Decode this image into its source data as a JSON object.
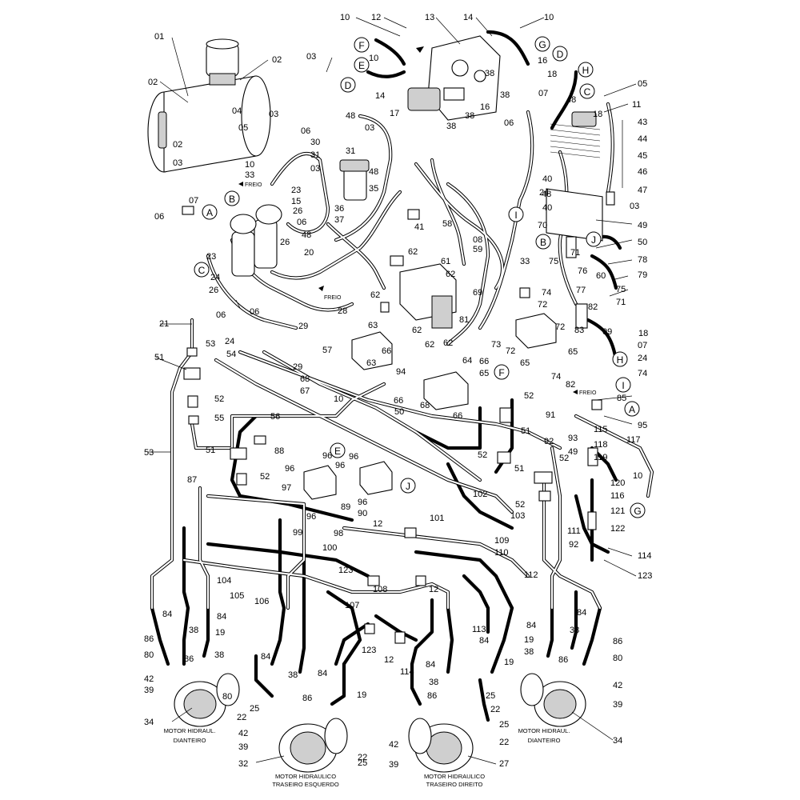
{
  "callouts": {
    "c01": "01",
    "c02a": "02",
    "c02b": "02",
    "c02c": "02",
    "c03a": "03",
    "c03b": "03",
    "c03c": "03",
    "c03d": "03",
    "c03e": "03",
    "c03f": "03",
    "c04": "04",
    "c05a": "05",
    "c05b": "05",
    "c06a": "06",
    "c06b": "06",
    "c06c": "06",
    "c06d": "06",
    "c06e": "06",
    "c06f": "06",
    "c07a": "07",
    "c07b": "07",
    "c07c": "07",
    "c08": "08",
    "c09": "09",
    "c10a": "10",
    "c10b": "10",
    "c10c": "10",
    "c10d": "10",
    "c10e": "10",
    "c10f": "10",
    "c11": "11",
    "c12a": "12",
    "c12b": "12",
    "c12c": "12",
    "c12d": "12",
    "c13": "13",
    "c14a": "14",
    "c14b": "14",
    "c15": "15",
    "c16a": "16",
    "c16b": "16",
    "c17": "17",
    "c18a": "18",
    "c18b": "18",
    "c18c": "18",
    "c19a": "19",
    "c19b": "19",
    "c19c": "19",
    "c19d": "19",
    "c20": "20",
    "c21": "21",
    "c22a": "22",
    "c22b": "22",
    "c22c": "22",
    "c22d": "22",
    "c23a": "23",
    "c23b": "23",
    "c24a": "24",
    "c24b": "24",
    "c24c": "24",
    "c24d": "24",
    "c25a": "25",
    "c25b": "25",
    "c25c": "25",
    "c25d": "25",
    "c26a": "26",
    "c26b": "26",
    "c26c": "26",
    "c27": "27",
    "c28": "28",
    "c29a": "29",
    "c29b": "29",
    "c30": "30",
    "c31a": "31",
    "c31b": "31",
    "c32": "32",
    "c33a": "33",
    "c33b": "33",
    "c34a": "34",
    "c34b": "34",
    "c35": "35",
    "c36": "36",
    "c37": "37",
    "c38a": "38",
    "c38b": "38",
    "c38c": "38",
    "c38d": "38",
    "c38e": "38",
    "c38f": "38",
    "c38g": "38",
    "c38h": "38",
    "c38i": "38",
    "c38j": "38",
    "c39a": "39",
    "c39b": "39",
    "c39c": "39",
    "c39d": "39",
    "c40a": "40",
    "c40b": "40",
    "c41": "41",
    "c42a": "42",
    "c42b": "42",
    "c42c": "42",
    "c42d": "42",
    "c43": "43",
    "c44": "44",
    "c45": "45",
    "c46": "46",
    "c47": "47",
    "c48a": "48",
    "c48b": "48",
    "c48c": "48",
    "c48d": "48",
    "c48e": "48",
    "c49a": "49",
    "c49b": "49",
    "c50a": "50",
    "c50b": "50",
    "c51a": "51",
    "c51b": "51",
    "c51c": "51",
    "c51d": "51",
    "c52a": "52",
    "c52b": "52",
    "c52c": "52",
    "c52d": "52",
    "c52e": "52",
    "c52f": "52",
    "c53a": "53",
    "c53b": "53",
    "c54": "54",
    "c55": "55",
    "c56": "56",
    "c57": "57",
    "c58": "58",
    "c59": "59",
    "c60": "60",
    "c61": "61",
    "c62a": "62",
    "c62b": "62",
    "c62c": "62",
    "c62d": "62",
    "c62e": "62",
    "c62f": "62",
    "c63a": "63",
    "c63b": "63",
    "c64": "64",
    "c65a": "65",
    "c65b": "65",
    "c65c": "65",
    "c66a": "66",
    "c66b": "66",
    "c66c": "66",
    "c66d": "66",
    "c67": "67",
    "c68a": "68",
    "c68b": "68",
    "c69": "69",
    "c70": "70",
    "c71a": "71",
    "c71b": "71",
    "c72a": "72",
    "c72b": "72",
    "c72c": "72",
    "c73": "73",
    "c74a": "74",
    "c74b": "74",
    "c74c": "74",
    "c75a": "75",
    "c75b": "75",
    "c76": "76",
    "c77": "77",
    "c78": "78",
    "c79": "79",
    "c80a": "80",
    "c80b": "80",
    "c80c": "80",
    "c81": "81",
    "c82a": "82",
    "c82b": "82",
    "c83": "83",
    "c84a": "84",
    "c84b": "84",
    "c84c": "84",
    "c84d": "84",
    "c84e": "84",
    "c84f": "84",
    "c84g": "84",
    "c84h": "84",
    "c85": "85",
    "c86a": "86",
    "c86b": "86",
    "c86c": "86",
    "c86d": "86",
    "c86e": "86",
    "c86f": "86",
    "c87": "87",
    "c88": "88",
    "c89": "89",
    "c90": "90",
    "c91": "91",
    "c92a": "92",
    "c92b": "92",
    "c93": "93",
    "c94": "94",
    "c95": "95",
    "c96a": "96",
    "c96b": "96",
    "c96c": "96",
    "c96d": "96",
    "c96e": "96",
    "c96f": "96",
    "c97": "97",
    "c98": "98",
    "c99": "99",
    "c100": "100",
    "c101": "101",
    "c102": "102",
    "c103": "103",
    "c104": "104",
    "c105": "105",
    "c106": "106",
    "c107": "107",
    "c108": "108",
    "c109": "109",
    "c110": "110",
    "c111": "111",
    "c112": "112",
    "c113": "113",
    "c114a": "114",
    "c114b": "114",
    "c115": "115",
    "c116": "116",
    "c117": "117",
    "c118": "118",
    "c119": "119",
    "c120": "120",
    "c121": "121",
    "c122": "122",
    "c123a": "123",
    "c123b": "123",
    "c123c": "123"
  },
  "connectors": {
    "A1": "A",
    "A2": "A",
    "B1": "B",
    "B2": "B",
    "C1": "C",
    "C2": "C",
    "D1": "D",
    "D2": "D",
    "E1": "E",
    "E2": "E",
    "F1": "F",
    "F2": "F",
    "G1": "G",
    "G2": "G",
    "H1": "H",
    "H2": "H",
    "I1": "I",
    "I2": "I",
    "J1": "J",
    "J2": "J"
  },
  "tags": {
    "freio_1": "FREIO",
    "freio_2": "FREIO",
    "freio_3": "FREIO"
  },
  "captions": {
    "front_left_motor_line1": "MOTOR HIDRAUL.",
    "front_left_motor_line2": "DIANTEIRO",
    "rear_left_motor_line1": "MOTOR HIDRAULICO",
    "rear_left_motor_line2": "TRASEIRO ESQUERDO",
    "rear_right_motor_line1": "MOTOR HIDRAULICO",
    "rear_right_motor_line2": "TRASEIRO DIREITO",
    "front_right_motor_line1": "MOTOR HIDRAUL.",
    "front_right_motor_line2": "DIANTEIRO"
  }
}
